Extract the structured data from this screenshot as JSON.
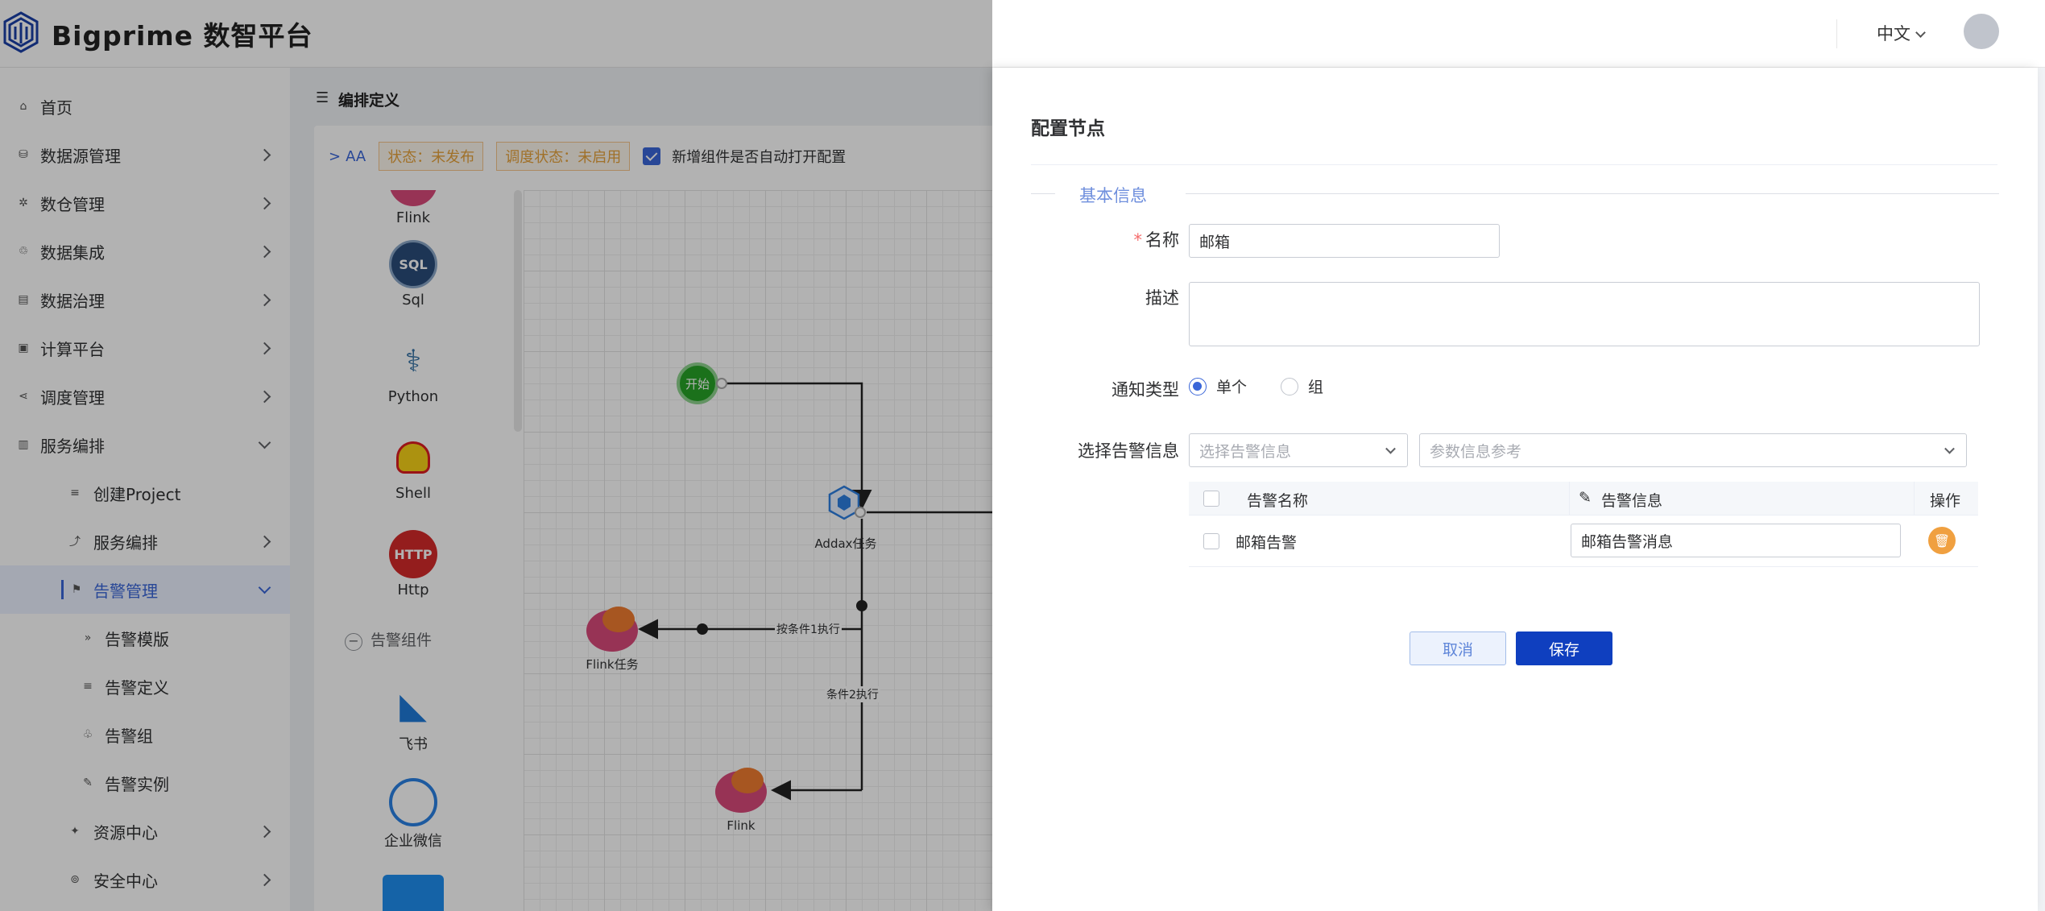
{
  "header": {
    "brand": "Bigprime 数智平台",
    "language": "中文"
  },
  "sidebar": {
    "items": [
      {
        "label": "首页",
        "icon": "home-icon"
      },
      {
        "label": "数据源管理",
        "icon": "datasource-icon"
      },
      {
        "label": "数仓管理",
        "icon": "warehouse-icon"
      },
      {
        "label": "数据集成",
        "icon": "integration-icon"
      },
      {
        "label": "数据治理",
        "icon": "governance-icon"
      },
      {
        "label": "计算平台",
        "icon": "compute-icon"
      },
      {
        "label": "调度管理",
        "icon": "schedule-icon"
      },
      {
        "label": "服务编排",
        "icon": "orchestration-icon"
      },
      {
        "label": "创建Project",
        "icon": "list-icon"
      },
      {
        "label": "服务编排",
        "icon": "chart-icon"
      },
      {
        "label": "告警管理",
        "icon": "flag-icon"
      },
      {
        "label": "告警模版",
        "icon": "double-chevron-icon"
      },
      {
        "label": "告警定义",
        "icon": "list-icon"
      },
      {
        "label": "告警组",
        "icon": "group-icon"
      },
      {
        "label": "告警实例",
        "icon": "edit-icon"
      },
      {
        "label": "资源中心",
        "icon": "resource-icon"
      },
      {
        "label": "安全中心",
        "icon": "security-icon"
      }
    ]
  },
  "main": {
    "title": "编排定义",
    "flow_name": "AA",
    "status_tag": "状态：未发布",
    "schedule_tag": "调度状态：未启用",
    "auto_open_label": "新增组件是否自动打开配置",
    "palette": {
      "items": [
        "Flink",
        "Sql",
        "Python",
        "Shell",
        "Http"
      ],
      "group_label": "告警组件",
      "alert_items": [
        "飞书",
        "企业微信"
      ],
      "sql_text": "SQL",
      "http_text": "HTTP"
    },
    "canvas": {
      "start_label": "开始",
      "addax_label": "Addax任务",
      "flink_task_label": "Flink任务",
      "flink_label": "Flink",
      "edge1_label": "按条件1执行",
      "edge2_label": "条件2执行"
    }
  },
  "drawer": {
    "title": "配置节点",
    "section": "基本信息",
    "name_label": "名称",
    "name_value": "邮箱",
    "desc_label": "描述",
    "desc_value": "",
    "notify_label": "通知类型",
    "notify_options": [
      "单个",
      "组"
    ],
    "notify_selected": "单个",
    "alert_label": "选择告警信息",
    "alert_select_placeholder": "选择告警信息",
    "param_select_placeholder": "参数信息参考",
    "table": {
      "headers": [
        "告警名称",
        "告警信息",
        "操作"
      ],
      "rows": [
        {
          "name": "邮箱告警",
          "message": "邮箱告警消息"
        }
      ]
    },
    "cancel_label": "取消",
    "save_label": "保存"
  },
  "colors": {
    "primary": "#3a66d8",
    "save_button": "#0f3fbf",
    "warning": "#e6a23c",
    "delete_button": "#f0a040"
  }
}
